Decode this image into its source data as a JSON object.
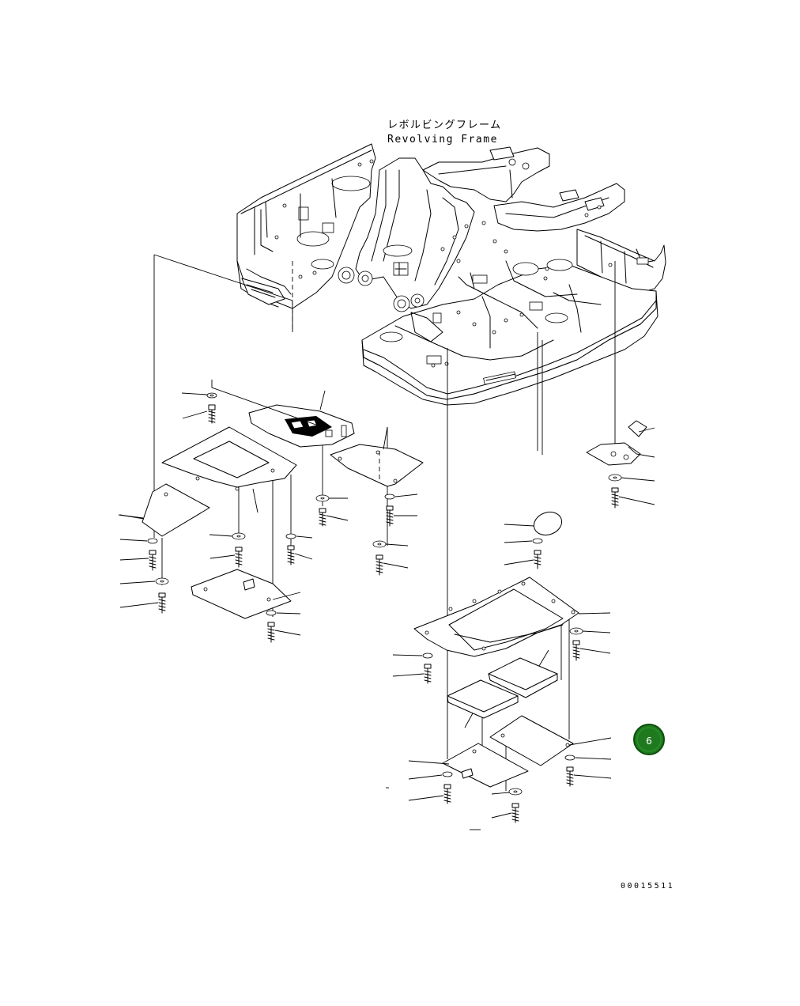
{
  "title": {
    "japanese": "レボルビングフレーム",
    "english": "Revolving Frame"
  },
  "drawing_code": "00015511",
  "page_badge": {
    "label": "6",
    "color": "#1f7a1f"
  },
  "colors": {
    "line": "#000000",
    "background": "#ffffff"
  }
}
